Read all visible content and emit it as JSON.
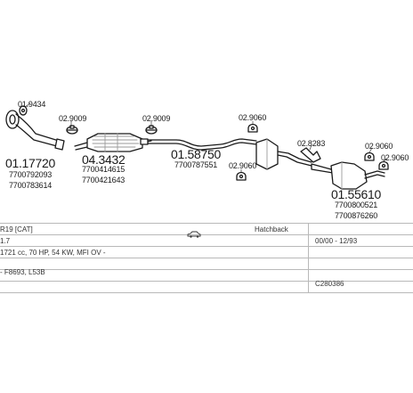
{
  "parts": [
    {
      "code": "01.17720",
      "refs": [
        "7700792093",
        "7700783614"
      ]
    },
    {
      "code": "04.3432",
      "refs": [
        "7700414615",
        "7700421643"
      ]
    },
    {
      "code": "01.58750",
      "refs": [
        "7700787551"
      ]
    },
    {
      "code": "01.55610",
      "refs": [
        "7700800521",
        "7700876260"
      ]
    }
  ],
  "fittings": [
    "01.9434",
    "02.9009",
    "02.9009",
    "02.9060",
    "02.9060",
    "02.8283",
    "02.9060",
    "02.9060"
  ],
  "vehicle": {
    "model": "R19 [CAT]",
    "body": "Hatchback",
    "engine": "1.7",
    "years": "00/00 - 12/93",
    "specs": "1721 cc, 70 HP, 54 KW, MFI OV -",
    "codes": "- F8693, L53B",
    "catalog_code": "C280386"
  },
  "icons": {
    "car": "car-side-icon"
  },
  "colors": {
    "line": "#1a1a1a",
    "separator": "#b9b9b9",
    "part_fill": "#ffffff",
    "part_shade": "#9a9a9a"
  }
}
